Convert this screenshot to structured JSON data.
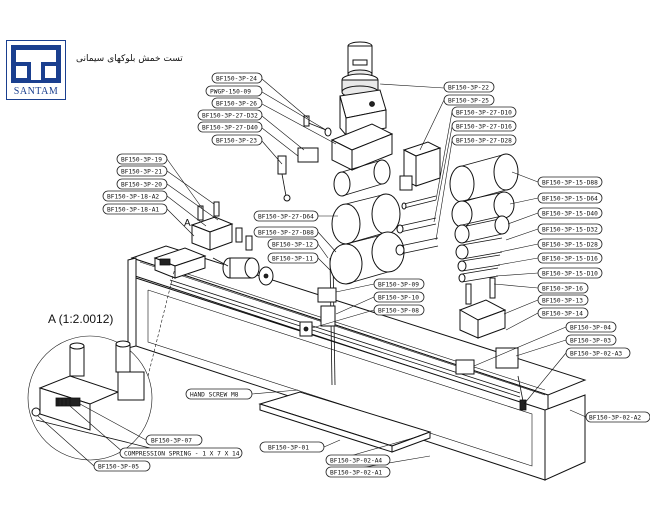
{
  "logo": {
    "word": "SANTAM",
    "colors": {
      "brand": "#1a3f8f"
    }
  },
  "title": "تست خمش بلوکهای سیمانی",
  "detail": {
    "title": "A (1:2.0012)",
    "marker": "A"
  },
  "labels": {
    "l24": "BF150-3P-24",
    "l09": "PWGP-150-09",
    "l26": "BF150-3P-26",
    "l27d32": "BF150-3P-27-D32",
    "l27d40": "BF150-3P-27-D40",
    "l23": "BF150-3P-23",
    "l22": "BF150-3P-22",
    "l25": "BF150-3P-25",
    "l27d10": "BF150-3P-27-D10",
    "l27d16": "BF150-3P-27-D16",
    "l27d28": "BF150-3P-27-D28",
    "l19": "BF150-3P-19",
    "l21": "BF150-3P-21",
    "l20": "BF150-3P-20",
    "l18a2": "BF150-3P-18-A2",
    "l18a1": "BF150-3P-18-A1",
    "l15d88": "BF150-3P-15-D88",
    "l15d64": "BF150-3P-15-D64",
    "l15d40": "BF150-3P-15-D40",
    "l15d32": "BF150-3P-15-D32",
    "l15d28": "BF150-3P-15-D28",
    "l15d16": "BF150-3P-15-D16",
    "l15d10": "BF150-3P-15-D10",
    "l27d64": "BF150-3P-27-D64",
    "l27d88": "BF150-3P-27-D88",
    "l12": "BF150-3P-12",
    "l11": "BF150-3P-11",
    "l09b": "BF150-3P-09",
    "l10": "BF150-3P-10",
    "l08": "BF150-3P-08",
    "l16": "BF150-3P-16",
    "l13": "BF150-3P-13",
    "l14": "BF150-3P-14",
    "l04": "BF150-3P-04",
    "l03": "BF150-3P-03",
    "l02a3": "BF150-3P-02-A3",
    "handscrew": "HAND SCREW M8",
    "l07": "BF150-3P-07",
    "spring": "COMPRESSION SPRING - 1 X 7 X 14",
    "l05": "BF150-3P-05",
    "l01": "BF150-3P-01",
    "l02a4": "BF150-3P-02-A4",
    "l02a1": "BF150-3P-02-A1",
    "l02a2": "BF150-3P-02-A2"
  }
}
